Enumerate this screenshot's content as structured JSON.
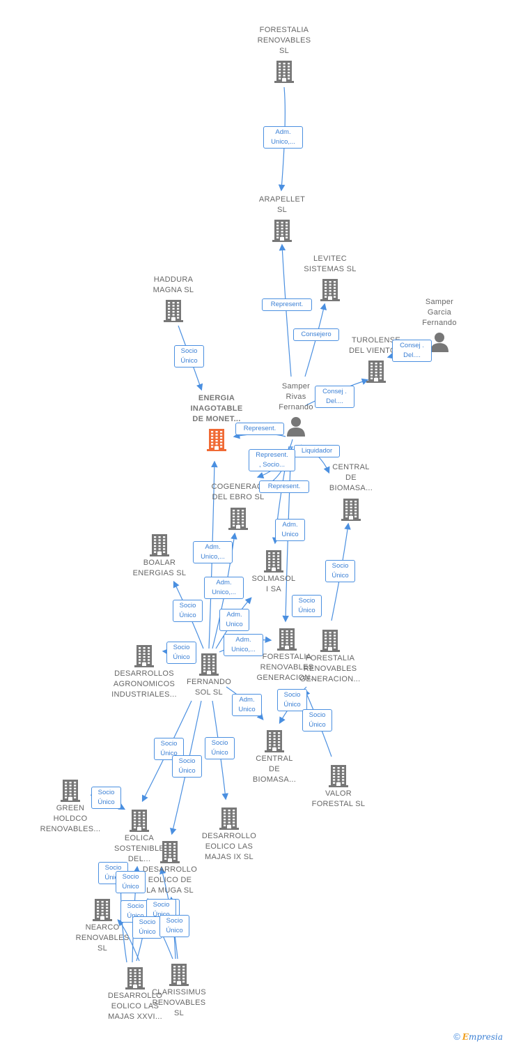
{
  "nodes": [
    {
      "id": "forestalia",
      "name": "forestalia-renovables-node",
      "lines": [
        "FORESTALIA",
        "RENOVABLES",
        "SL"
      ],
      "type": "company"
    },
    {
      "id": "arapellet",
      "name": "arapellet-node",
      "lines": [
        "ARAPELLET",
        "SL"
      ],
      "type": "company"
    },
    {
      "id": "levitec",
      "name": "levitec-sistemas-node",
      "lines": [
        "LEVITEC",
        "SISTEMAS  SL"
      ],
      "type": "company"
    },
    {
      "id": "haddura",
      "name": "haddura-magna-node",
      "lines": [
        "HADDURA",
        "MAGNA  SL"
      ],
      "type": "company"
    },
    {
      "id": "samper_garcia",
      "name": "samper-garcia-fernando-node",
      "lines": [
        "Samper",
        "Garcia",
        "Fernando"
      ],
      "type": "person"
    },
    {
      "id": "turolense",
      "name": "turolense-del-viento-node",
      "lines": [
        "TUROLENSE",
        "DEL VIENTO..."
      ],
      "type": "company"
    },
    {
      "id": "energia",
      "name": "energia-inagotable-node",
      "lines": [
        "ENERGIA",
        "INAGOTABLE",
        "DE MONET..."
      ],
      "type": "main"
    },
    {
      "id": "samper_rivas",
      "name": "samper-rivas-fernando-node",
      "lines": [
        "Samper",
        "Rivas",
        "Fernando"
      ],
      "type": "person"
    },
    {
      "id": "central_top",
      "name": "central-de-biomasa-top-node",
      "lines": [
        "CENTRAL",
        "DE",
        "BIOMASA..."
      ],
      "type": "company"
    },
    {
      "id": "cogeneracion",
      "name": "cogeneracion-del-ebro-node",
      "lines": [
        "COGENERACI",
        "DEL EBRO  SL"
      ],
      "type": "company"
    },
    {
      "id": "boalar",
      "name": "boalar-energias-node",
      "lines": [
        "BOALAR",
        "ENERGIAS  SL"
      ],
      "type": "company"
    },
    {
      "id": "solmasol",
      "name": "solmasol-i-node",
      "lines": [
        "SOLMASOL",
        "I SA"
      ],
      "type": "company"
    },
    {
      "id": "desarrollos_agro",
      "name": "desarrollos-agronomicos-node",
      "lines": [
        "DESARROLLOS",
        "AGRONOMICOS",
        "INDUSTRIALES..."
      ],
      "type": "company"
    },
    {
      "id": "fernando_sol",
      "name": "fernando-sol-node",
      "lines": [
        "FERNANDO",
        "SOL SL"
      ],
      "type": "company"
    },
    {
      "id": "forestalia_gen1",
      "name": "forestalia-renovables-generacion-1-node",
      "lines": [
        "FORESTALIA",
        "RENOVABLES",
        "GENERACION..."
      ],
      "type": "company"
    },
    {
      "id": "forestalia_gen2",
      "name": "forestalia-renovables-generacion-2-node",
      "lines": [
        "FORESTALIA",
        "RENOVABLES",
        "GENERACION..."
      ],
      "type": "company"
    },
    {
      "id": "central_bottom",
      "name": "central-de-biomasa-bottom-node",
      "lines": [
        "CENTRAL",
        "DE",
        "BIOMASA..."
      ],
      "type": "company"
    },
    {
      "id": "valor_forestal",
      "name": "valor-forestal-node",
      "lines": [
        "VALOR",
        "FORESTAL SL"
      ],
      "type": "company"
    },
    {
      "id": "green_holdco",
      "name": "green-holdco-renovables-node",
      "lines": [
        "GREEN",
        "HOLDCO",
        "RENOVABLES..."
      ],
      "type": "company"
    },
    {
      "id": "eolica_sostenible",
      "name": "eolica-sostenible-node",
      "lines": [
        "EOLICA",
        "SOSTENIBLE",
        "DEL..."
      ],
      "type": "company"
    },
    {
      "id": "desarrollo_majas_ix",
      "name": "desarrollo-eolico-las-majas-ix-node",
      "lines": [
        "DESARROLLO",
        "EOLICO LAS",
        "MAJAS IX  SL"
      ],
      "type": "company"
    },
    {
      "id": "desarrollo_muga",
      "name": "desarrollo-eolico-de-la-muga-node",
      "lines": [
        "DESARROLLO",
        "EOLICO DE",
        "LA MUGA SL"
      ],
      "type": "company"
    },
    {
      "id": "nearco",
      "name": "nearco-renovables-node",
      "lines": [
        "NEARCO",
        "RENOVABLES",
        "SL"
      ],
      "type": "company"
    },
    {
      "id": "desarrollo_majas_xxvi",
      "name": "desarrollo-eolico-las-majas-xxvi-node",
      "lines": [
        "DESARROLLO",
        "EOLICO LAS",
        "MAJAS XXVI..."
      ],
      "type": "company"
    },
    {
      "id": "clarissimus",
      "name": "clarissimus-renovables-node",
      "lines": [
        "CLARISSIMUS",
        "RENOVABLES",
        "SL"
      ],
      "type": "company"
    }
  ],
  "edges": [
    {
      "from": "forestalia",
      "to": "arapellet",
      "label": [
        "Adm.",
        "Unico,..."
      ]
    },
    {
      "from": "samper_rivas",
      "to": "arapellet",
      "label": [
        "Represent."
      ]
    },
    {
      "from": "samper_rivas",
      "to": "levitec",
      "label": [
        "Consejero"
      ]
    },
    {
      "from": "haddura",
      "to": "energia",
      "label": [
        "Socio",
        "Único"
      ]
    },
    {
      "from": "samper_garcia",
      "to": "turolense",
      "label": [
        "Consej .",
        "Del...."
      ]
    },
    {
      "from": "samper_rivas",
      "to": "turolense",
      "label": [
        "Consej .",
        "Del...."
      ]
    },
    {
      "from": "samper_rivas",
      "to": "energia",
      "label": [
        "Represent."
      ]
    },
    {
      "from": "samper_rivas",
      "to": "central_top",
      "label": [
        "Liquidador"
      ]
    },
    {
      "from": "samper_rivas",
      "to": "cogeneracion",
      "label": [
        "Represent.",
        ", Socio..."
      ]
    },
    {
      "from": "samper_rivas",
      "to": "cogeneracion",
      "label": [
        "Represent."
      ]
    },
    {
      "from": "samper_rivas",
      "to": "solmasol",
      "label": [
        "Adm.",
        "Unico"
      ]
    },
    {
      "from": "samper_rivas",
      "to": "forestalia_gen1",
      "label": [
        "Socio",
        "Único"
      ]
    },
    {
      "from": "forestalia_gen2",
      "to": "central_top",
      "label": [
        "Socio",
        "Único"
      ]
    },
    {
      "from": "fernando_sol",
      "to": "energia",
      "label": [
        "Adm.",
        "Unico,..."
      ]
    },
    {
      "from": "fernando_sol",
      "to": "cogeneracion",
      "label": [
        "Adm.",
        "Unico,..."
      ]
    },
    {
      "from": "fernando_sol",
      "to": "solmasol",
      "label": [
        "Adm.",
        "Unico"
      ]
    },
    {
      "from": "fernando_sol",
      "to": "forestalia_gen1",
      "label": [
        "Adm.",
        "Unico,..."
      ]
    },
    {
      "from": "fernando_sol",
      "to": "boalar",
      "label": [
        "Socio",
        "Único"
      ]
    },
    {
      "from": "fernando_sol",
      "to": "desarrollos_agro",
      "label": [
        "Socio",
        "Único"
      ]
    },
    {
      "from": "fernando_sol",
      "to": "central_bottom",
      "label": [
        "Adm.",
        "Unico"
      ]
    },
    {
      "from": "forestalia_gen2",
      "to": "central_bottom",
      "label": [
        "Socio",
        "Único"
      ]
    },
    {
      "from": "valor_forestal",
      "to": "forestalia_gen2",
      "label": [
        "Socio",
        "Único"
      ]
    },
    {
      "from": "fernando_sol",
      "to": "eolica_sostenible",
      "label": [
        "Socio",
        "Único"
      ]
    },
    {
      "from": "fernando_sol",
      "to": "desarrollo_muga",
      "label": [
        "Socio",
        "Único"
      ]
    },
    {
      "from": "fernando_sol",
      "to": "desarrollo_majas_ix",
      "label": [
        "Socio",
        "Único"
      ]
    },
    {
      "from": "green_holdco",
      "to": "eolica_sostenible",
      "label": [
        "Socio",
        "Único"
      ]
    },
    {
      "from": "desarrollo_majas_xxvi",
      "to": "eolica_sostenible",
      "label": [
        "Socio",
        "Único"
      ]
    },
    {
      "from": "desarrollo_majas_xxvi",
      "to": "desarrollo_muga",
      "label": [
        "Socio",
        "Único"
      ]
    },
    {
      "from": "clarissimus",
      "to": "desarrollo_muga",
      "label": [
        "Socio",
        "Único"
      ]
    },
    {
      "from": "desarrollo_majas_xxvi",
      "to": "nearco",
      "label": [
        "Socio",
        "Único"
      ]
    },
    {
      "from": "clarissimus",
      "to": "nearco",
      "label": [
        "Socio",
        "Único"
      ]
    },
    {
      "from": "desarrollo_majas_xxvi",
      "to": "eolica_sostenible",
      "label": [
        "Socio",
        "Único"
      ]
    },
    {
      "from": "clarissimus",
      "to": "eolica_sostenible",
      "label": [
        "Socio",
        "Único"
      ]
    }
  ],
  "footer": {
    "copyright": "©",
    "brand_initial": "E",
    "brand_rest": "mpresia"
  },
  "colors": {
    "company": "#777777",
    "main": "#f06a35",
    "edge": "#4a8fe0",
    "label_text": "#3a7fd4"
  }
}
